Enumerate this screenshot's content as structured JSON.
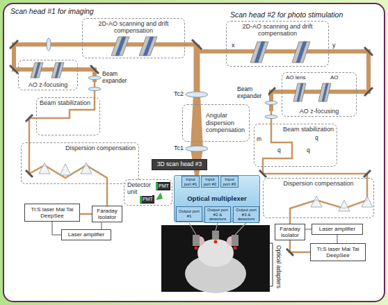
{
  "diagram": {
    "nodes": [
      {
        "text": [
          "2D-AO scanning and drift compensation"
        ]
      },
      {
        "text": [
          "2D-AO scanning and drift compensation"
        ]
      },
      {
        "text": [
          "AO z-focusing"
        ]
      },
      {
        "text": [
          "AO z-focusing"
        ]
      },
      {
        "text": [
          "Beam stabilization"
        ]
      },
      {
        "text": [
          "Beam stabilization"
        ]
      },
      {
        "text": [
          "Angular dispersion compensation"
        ]
      },
      {
        "text": [
          "Dispersion compensation"
        ]
      },
      {
        "text": [
          "Dispersion compensation"
        ]
      },
      {
        "text": [
          "3D scan head #3"
        ]
      },
      {
        "text": [
          "Optical multiplexer"
        ]
      },
      {
        "text": [
          "Input port #1"
        ],
        "in": 10
      },
      {
        "text": [
          "Input port #2"
        ],
        "in": 10
      },
      {
        "text": [
          "Input port #3"
        ],
        "in": 10
      },
      {
        "text": [
          "Output port #1"
        ],
        "in": 10
      },
      {
        "text": [
          "Output port #2 & detectors"
        ],
        "in": 10
      },
      {
        "text": [
          "Output port #3 & detectors"
        ],
        "in": 10
      },
      {
        "text": [
          "Detector unit"
        ]
      },
      {
        "text": [
          "PMT"
        ],
        "in": 17
      },
      {
        "text": [
          "PMT"
        ],
        "in": 17
      },
      {
        "text": [
          "Ti:S laser Mai Tai DeepSee"
        ]
      },
      {
        "text": [
          "Faraday isolator"
        ]
      },
      {
        "text": [
          "Laser amplifier"
        ]
      },
      {
        "text": [
          "Faraday isolator"
        ]
      },
      {
        "text": [
          "Laser amplifier"
        ]
      },
      {
        "text": [
          "Ti:S laser Mai Tai DeepSee"
        ]
      }
    ],
    "edges": [
      {
        "from": 20,
        "to": 22,
        "arrow": "none"
      },
      {
        "from": 21,
        "to": 22,
        "arrow": "none"
      },
      {
        "from": 24,
        "to": 23,
        "arrow": "none"
      },
      {
        "from": 25,
        "to": 24,
        "arrow": "none"
      }
    ],
    "labels": [
      "Scan head #1 for imaging",
      "Scan head #2 for photo stimulation",
      "x",
      "y",
      "Beam expander",
      "Beam expander",
      "AO lens",
      "AO",
      "Tc2",
      "Tc1",
      "m",
      "q",
      "q",
      "q",
      "Optical adapters"
    ]
  }
}
